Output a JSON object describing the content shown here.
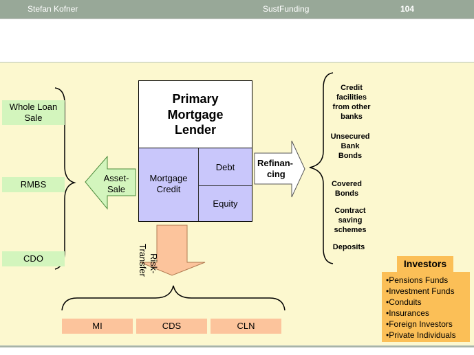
{
  "header": {
    "author": "Stefan Kofner",
    "title": "SustFunding",
    "page_number": "104"
  },
  "left_boxes": [
    {
      "label": "Whole Loan Sale"
    },
    {
      "label": "RMBS"
    },
    {
      "label": "CDO"
    }
  ],
  "asset_sale_arrow": {
    "line1": "Asset-",
    "line2": "Sale"
  },
  "lender": {
    "title_line1": "Primary",
    "title_line2": "Mortgage",
    "title_line3": "Lender",
    "credit_line1": "Mortgage",
    "credit_line2": "Credit",
    "debt": "Debt",
    "equity": "Equity"
  },
  "refinancing_arrow": {
    "line1": "Refinan-",
    "line2": "cing"
  },
  "risk_transfer_arrow": {
    "line1": "Risk-",
    "line2": "Transfer"
  },
  "refinancing_sources": [
    {
      "line1": "Credit",
      "line2": "facilities",
      "line3": "from other",
      "line4": "banks"
    },
    {
      "line1": "Unsecured",
      "line2": "Bank",
      "line3": "Bonds"
    },
    {
      "line1": "Covered",
      "line2": "Bonds"
    },
    {
      "line1": "Contract",
      "line2": "saving",
      "line3": "schemes"
    },
    {
      "line1": "Deposits"
    }
  ],
  "risk_instruments": [
    {
      "label": "MI"
    },
    {
      "label": "CDS"
    },
    {
      "label": "CLN"
    }
  ],
  "investors": {
    "title": "Investors",
    "items": [
      "Pensions Funds",
      "Investment Funds",
      "Conduits",
      "Insurances",
      "Foreign Investors",
      "Private Individuals"
    ]
  },
  "colors": {
    "panel": "#fcf8cf",
    "green_box": "#d3f5bd",
    "salmon_box": "#fcc49c",
    "credit_fill": "#c9c7fb",
    "investors": "#fbbf57",
    "header_bar": "#98a898"
  }
}
